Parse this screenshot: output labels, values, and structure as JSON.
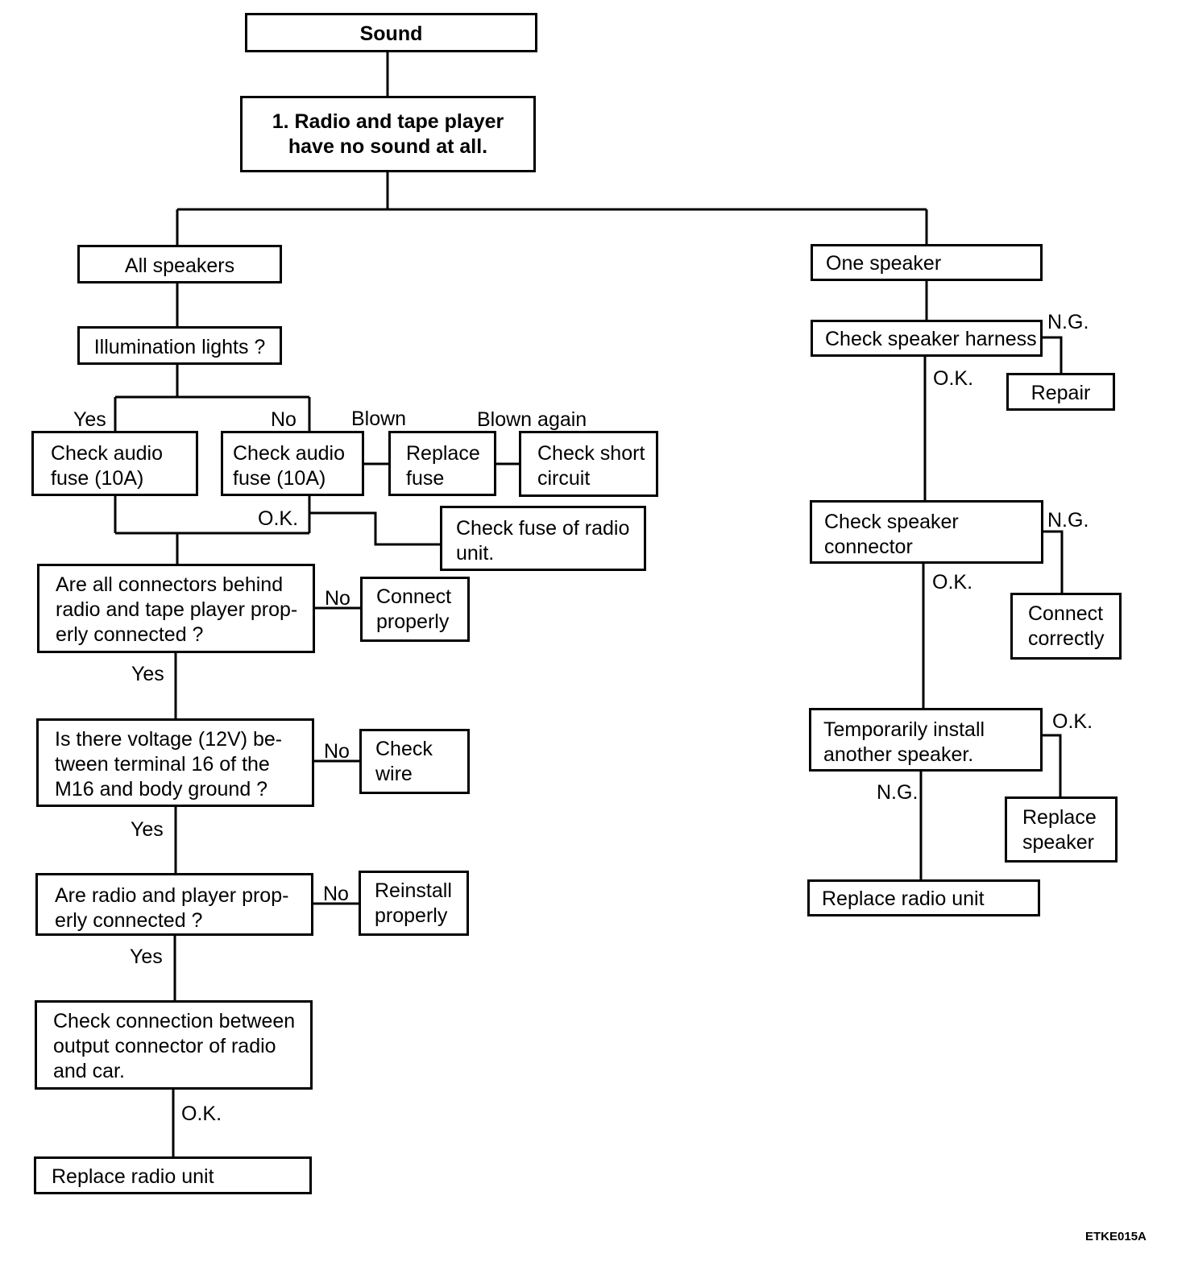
{
  "diagram": {
    "code": "ETKE015A",
    "nodes": {
      "sound": "Sound",
      "no_sound": "1. Radio and tape player\nhave no sound at all.",
      "all_speakers": "All speakers",
      "illumination": "Illumination lights ?",
      "audio_fuse_yes": "Check audio\nfuse (10A)",
      "audio_fuse_no": "Check audio\nfuse (10A)",
      "replace_fuse": "Replace\nfuse",
      "check_short": "Check short\ncircuit",
      "fuse_radio_unit": "Check fuse of radio\nunit.",
      "connectors_q": "Are all connectors behind\nradio and tape player prop-\nerly connected ?",
      "connect_properly": "Connect\nproperly",
      "voltage_q": "Is there voltage (12V) be-\ntween terminal 16 of the\nM16 and body ground ?",
      "check_wire": "Check\nwire",
      "radio_player_q": "Are radio and player prop-\nerly connected ?",
      "reinstall": "Reinstall\nproperly",
      "check_connection": "Check connection between\noutput connector of radio\nand car.",
      "replace_radio_left": "Replace radio unit",
      "one_speaker": "One speaker",
      "speaker_harness": "Check speaker harness",
      "repair": "Repair",
      "speaker_connector": "Check speaker\nconnector",
      "connect_correctly": "Connect\ncorrectly",
      "temp_install": "Temporarily install\nanother speaker.",
      "replace_speaker": "Replace\nspeaker",
      "replace_radio_right": "Replace radio unit"
    },
    "labels": {
      "yes": "Yes",
      "no": "No",
      "blown": "Blown",
      "blown_again": "Blown again",
      "ok": "O.K.",
      "ng": "N.G."
    }
  }
}
